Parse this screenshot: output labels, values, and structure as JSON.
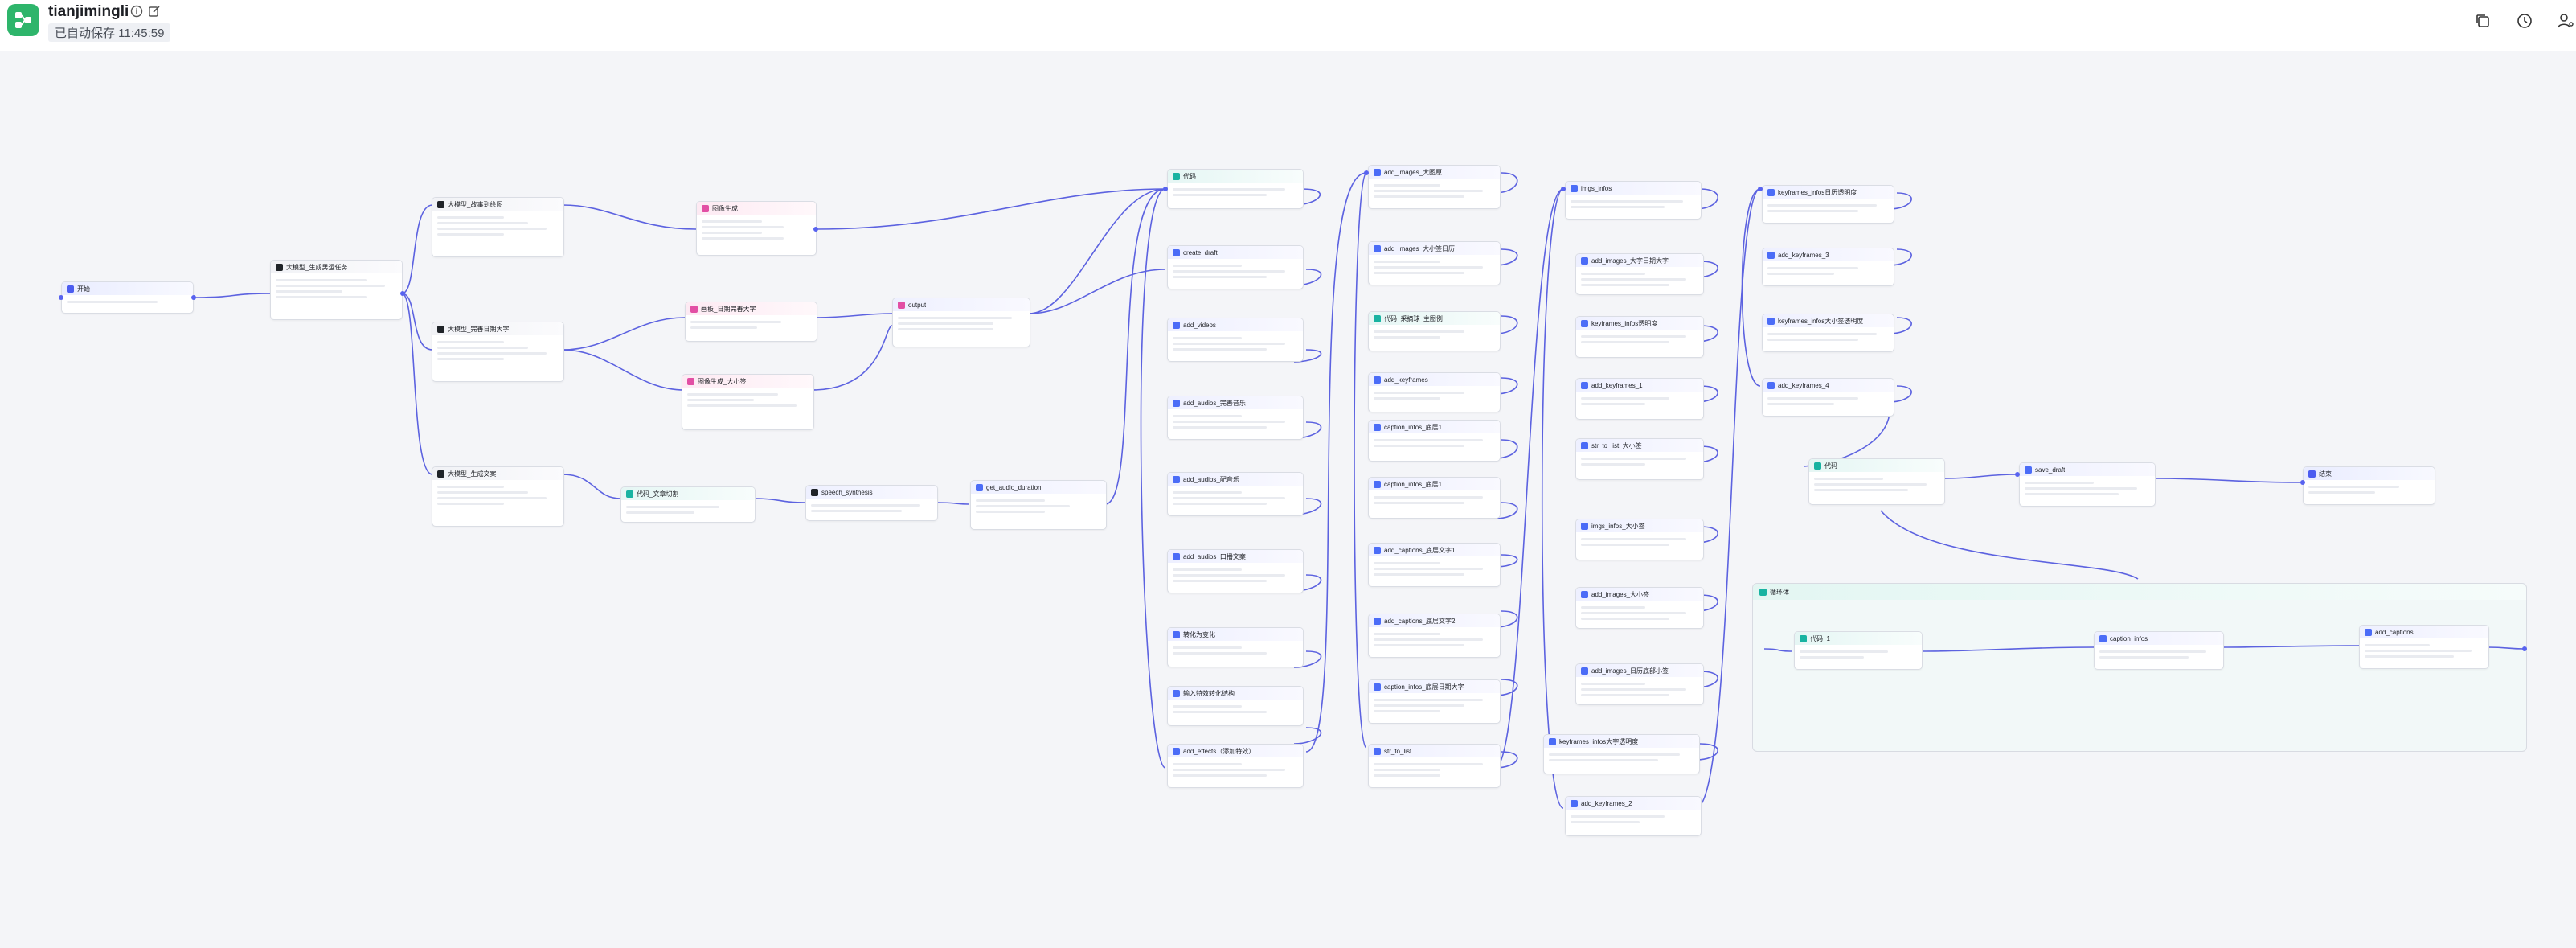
{
  "header": {
    "title": "tianjimingli",
    "autosave": "已自动保存 11:45:59"
  },
  "toolbar": {
    "icons": [
      "copy-icon",
      "history-icon",
      "user-settings-icon"
    ]
  },
  "colors": {
    "brand": "#2eb56b",
    "edge": "#5c62e0",
    "canvas": "#f4f5f8"
  },
  "nodes": {
    "start": "开始",
    "llm_task": "大模型_生成男运任务",
    "llm_story": "大模型_故事到绘图",
    "llm_text": "大模型_完善日期大字",
    "llm_voice": "大模型_生成文案",
    "img_gen": "图像生成",
    "img_date": "画板_日期完善大字",
    "img_gen2": "图像生成_大小签",
    "output": "output",
    "speech_split": "代码_文章切割",
    "speech_synth": "speech_synthesis",
    "audio_dur": "get_audio_duration",
    "code": "代码",
    "create_draft": "create_draft",
    "add_videos": "add_videos",
    "add_audios1": "add_audios_完善音乐",
    "add_audios2": "add_audios_配音乐",
    "add_audios3": "add_audios_口播文案",
    "seq": "转化为变化",
    "seq_effects": "输入特效转化结构",
    "add_effects": "add_effects（添加特效）",
    "img1": "add_images_大图原",
    "img2": "add_images_大小签日历",
    "code_main": "代码_采摘球_主图例",
    "add_keyframes": "add_keyframes",
    "caption1": "caption_infos_底层1",
    "caption2": "caption_infos_底层1",
    "add_caption1": "add_captions_底层文字1",
    "add_caption2": "add_captions_底层文字2",
    "caption3": "caption_infos_底层日期大字",
    "str_to_list": "str_to_list",
    "imgs_info": "imgs_infos",
    "add_images_day": "add_images_大字日期大字",
    "keyframes_trans": "keyframes_infos透明度",
    "add_keyframes1": "add_keyframes_1",
    "str_to_list2": "str_to_list_大小签",
    "imgs_info2": "imgs_infos_大小签",
    "add_images3": "add_images_大小签",
    "add_images4": "add_images_日历底部小签",
    "keyframes_info_trans": "keyframes_infos大字透明度",
    "add_keyframes2": "add_keyframes_2",
    "kf_r1": "keyframes_infos日历透明度",
    "kf_r2": "add_keyframes_3",
    "kf_r3": "keyframes_infos大小签透明度",
    "kf_r4": "add_keyframes_4",
    "code2": "代码",
    "save_draft": "save_draft",
    "end": "结束",
    "loop": "循环体",
    "code_loop": "代码_1",
    "caption_infos": "caption_infos",
    "add_captions": "add_captions"
  }
}
